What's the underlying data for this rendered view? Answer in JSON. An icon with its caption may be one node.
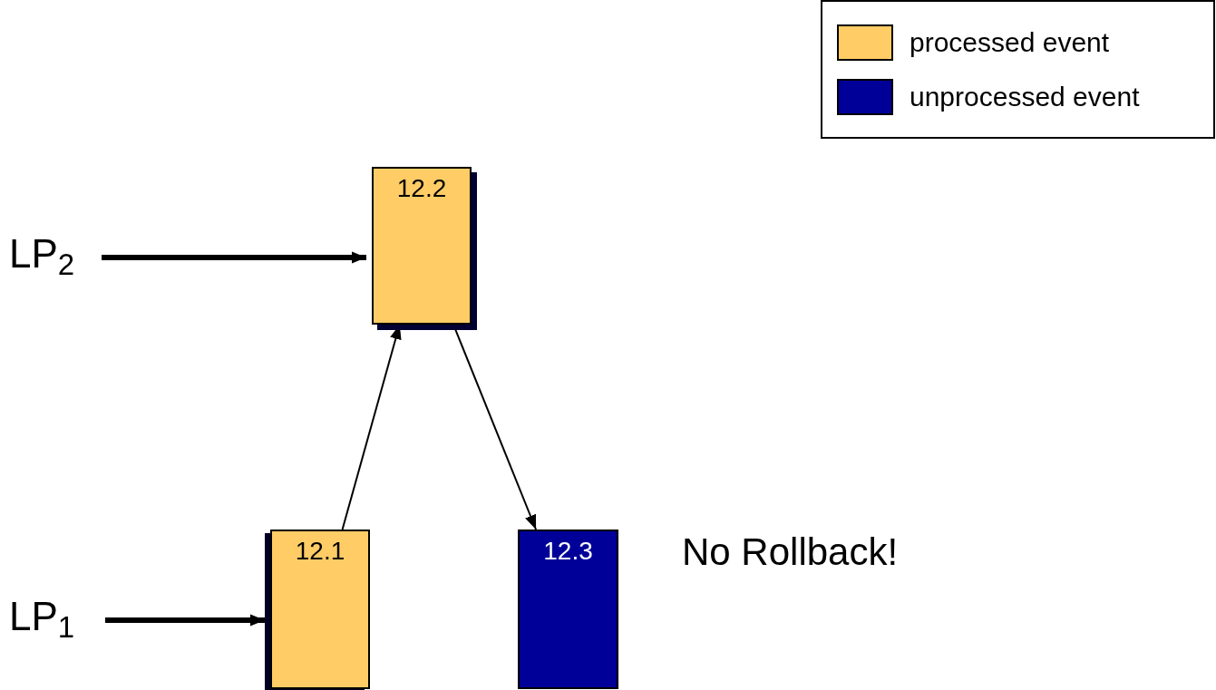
{
  "diagram": {
    "nodes": [
      {
        "text": [
          "LP$_{2}$"
        ]
      },
      {
        "text": [
          "12.2"
        ]
      },
      {
        "text": [
          "LP$_{1}$"
        ]
      },
      {
        "text": [
          "12.1"
        ]
      },
      {
        "text": [
          "12.3"
        ]
      }
    ],
    "edges": [
      {
        "from": 0,
        "to": 1,
        "arrow": "to",
        "style": "thick"
      },
      {
        "from": 2,
        "to": 3,
        "arrow": "to",
        "style": "thick"
      },
      {
        "from": 3,
        "to": 1,
        "arrow": "to"
      },
      {
        "from": 1,
        "to": 4,
        "arrow": "to"
      }
    ],
    "labels": [
      "No Rollback!"
    ],
    "legend": [
      {
        "text": "processed event",
        "color": "#ffcc66"
      },
      {
        "text": "unprocessed event",
        "color": "#000099"
      }
    ]
  }
}
